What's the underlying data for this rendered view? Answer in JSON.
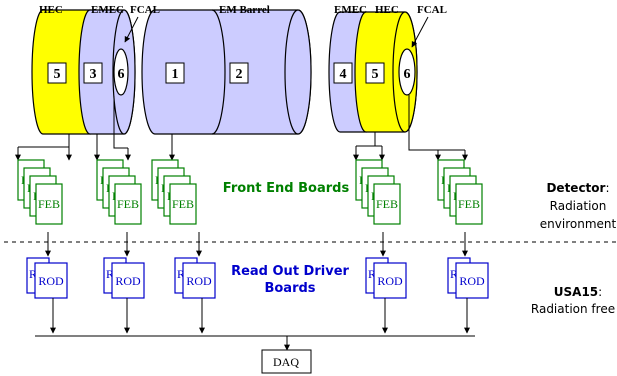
{
  "detector": {
    "labels": {
      "hec_left": "HEC",
      "emec_left": "EMEC",
      "fcal_left": "FCAL",
      "em_barrel": "EM Barrel",
      "emec_right": "EMEC",
      "hec_right": "HEC",
      "fcal_right": "FCAL"
    },
    "numbers": {
      "hec_left": "5",
      "emec_left": "3",
      "fcal_left": "6",
      "barrel_1": "1",
      "barrel_2": "2",
      "emec_right": "4",
      "hec_right": "5",
      "fcal_right": "6"
    }
  },
  "boards": {
    "feb_front": "FEB",
    "feb_partial": "F",
    "rod_front": "ROD",
    "rod_partial": "R",
    "front_end_label": "Front End Boards",
    "rod_label_line1": "Read Out Driver",
    "rod_label_line2": "Boards"
  },
  "side_labels": {
    "detector_bold": "Detector",
    "detector_colon": ":",
    "detector_line2": "Radiation",
    "detector_line3": "environment",
    "usa_bold": "USA15",
    "usa_colon": ":",
    "usa_line2": "Radiation free"
  },
  "daq": {
    "label": "DAQ"
  },
  "colors": {
    "yellow": "#ffff00",
    "lavender": "#ccccff",
    "feb_green": "#008000",
    "rod_blue": "#0000cc"
  }
}
